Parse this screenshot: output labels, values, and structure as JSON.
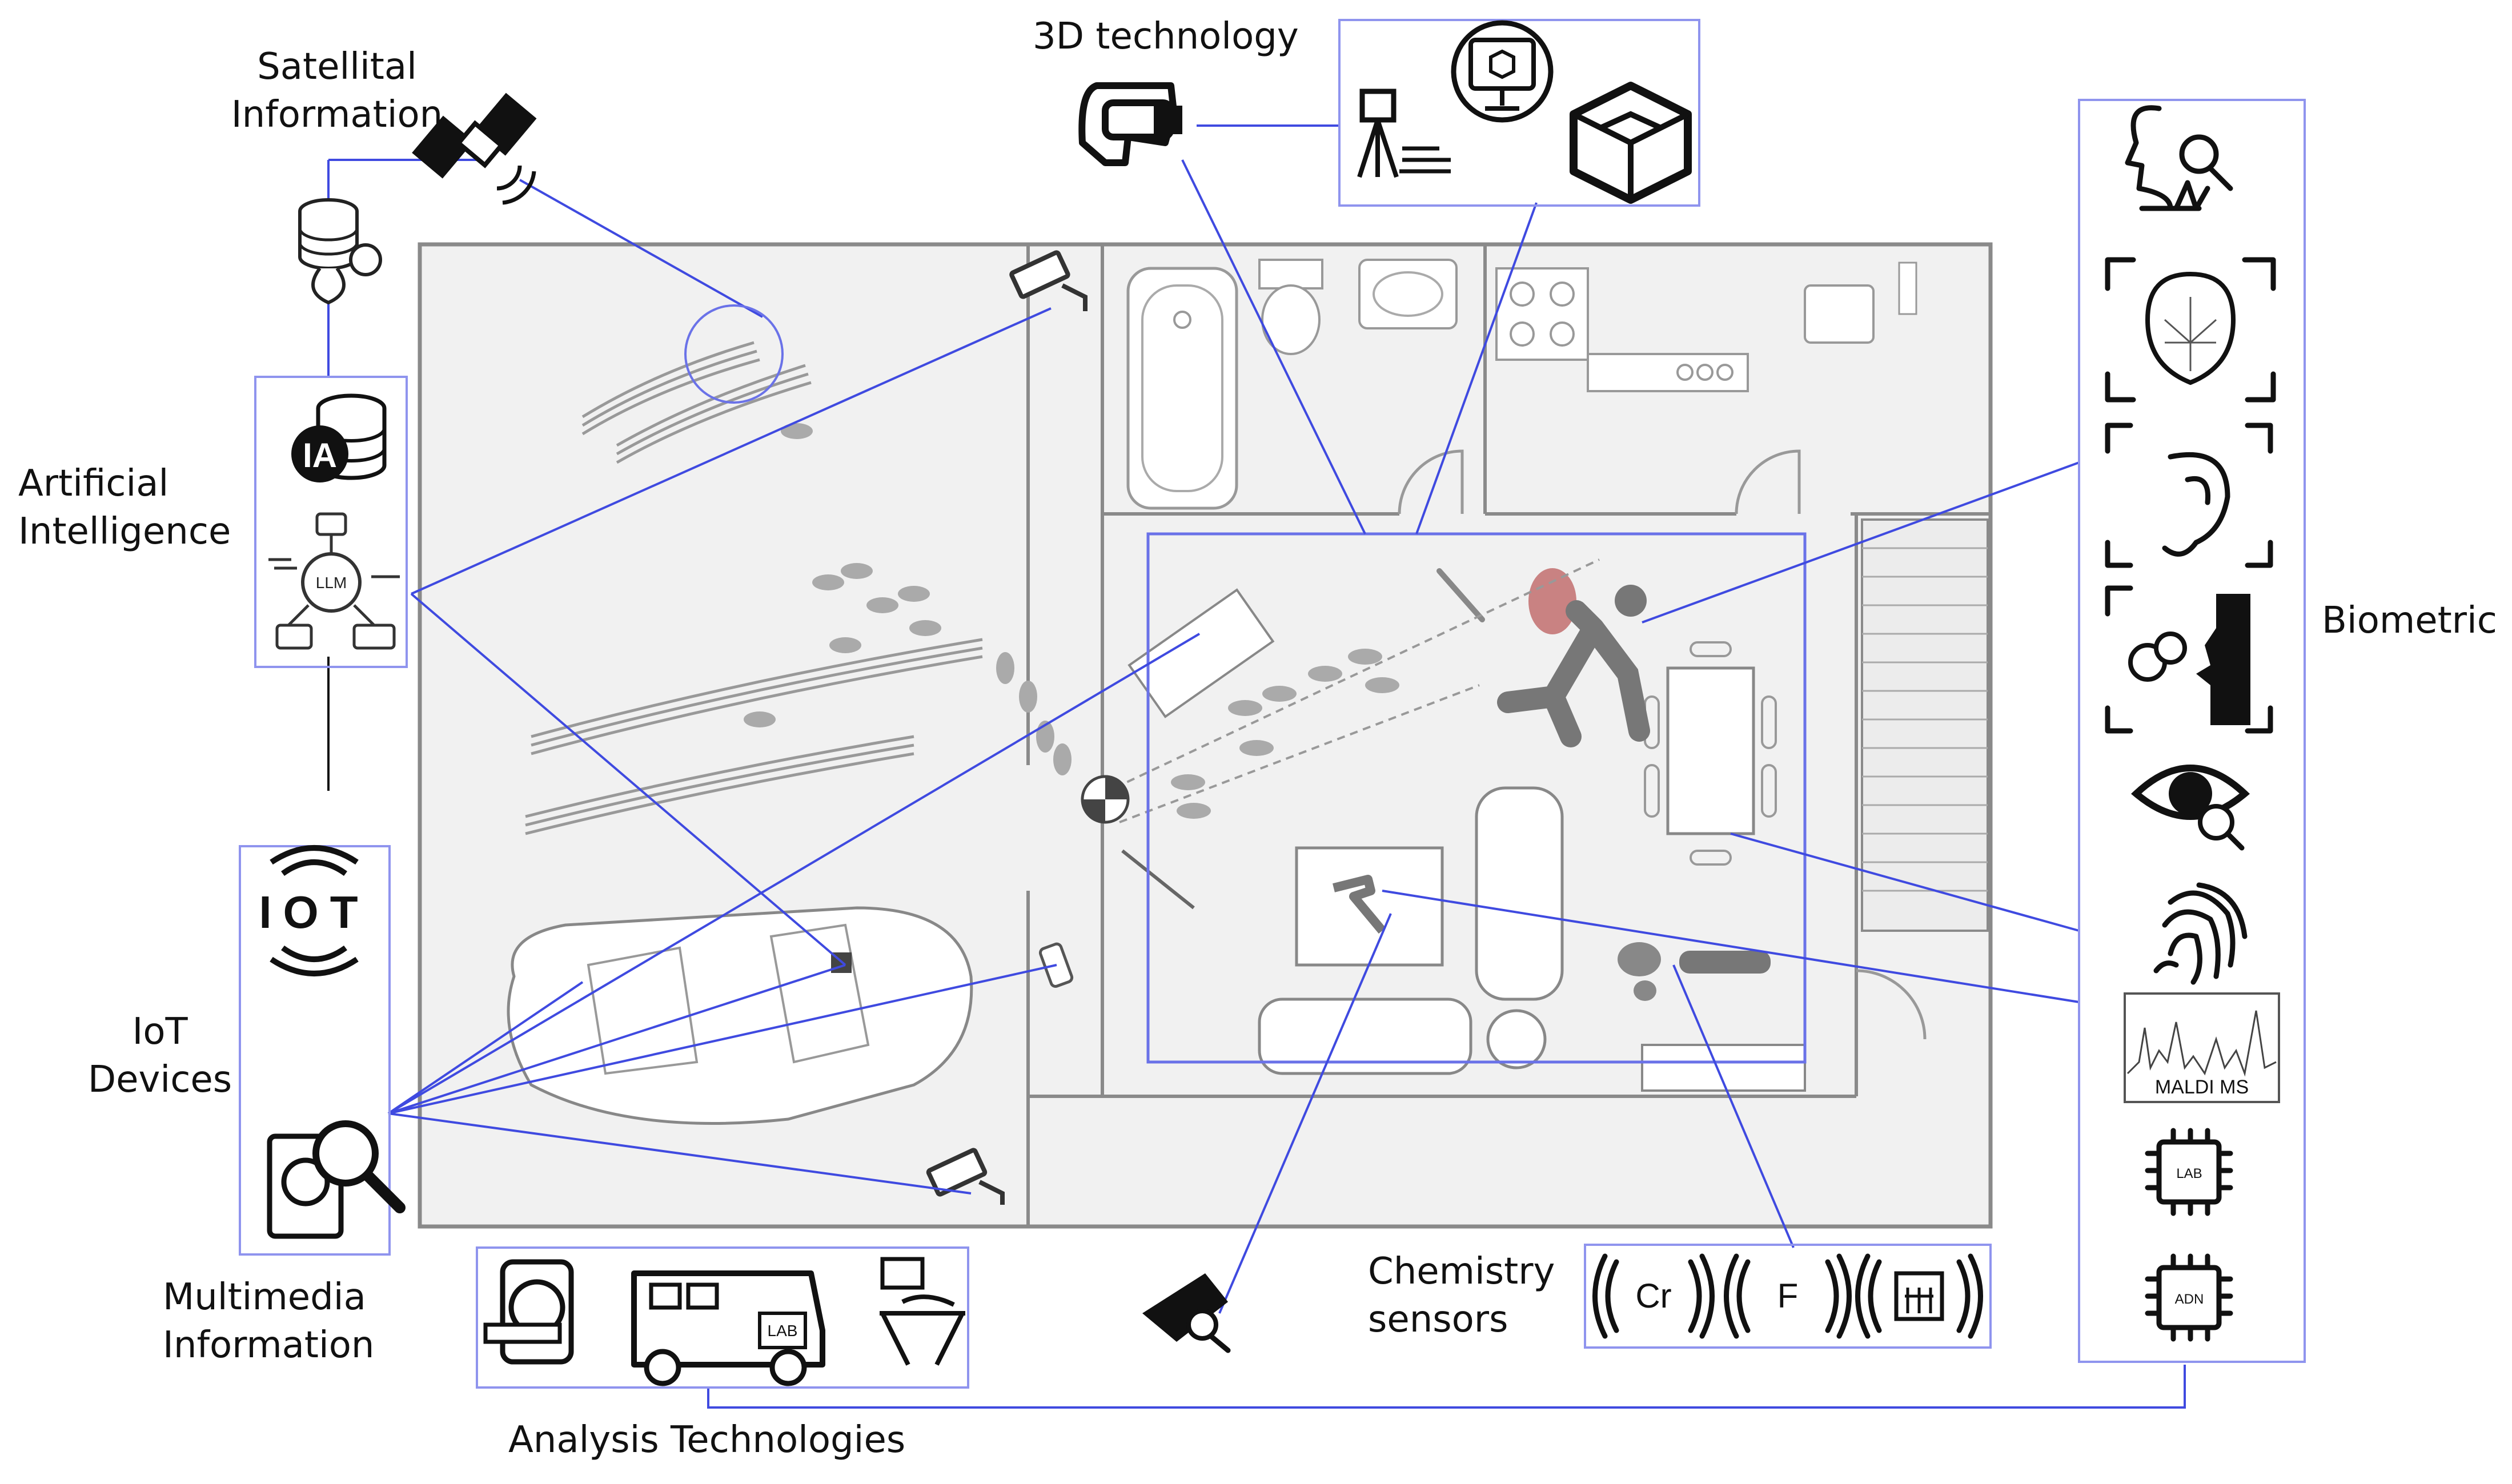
{
  "labels": {
    "satellital": [
      "Satellital",
      "Information"
    ],
    "three_d": "3D technology",
    "artificial_intelligence": [
      "Artificial",
      "Intelligence"
    ],
    "iot_devices": [
      "IoT",
      "Devices"
    ],
    "multimedia": [
      "Multimedia",
      "Information"
    ],
    "analysis": "Analysis Technologies",
    "chemistry": [
      "Chemistry",
      "sensors"
    ],
    "biometric": "Biometric"
  },
  "icon_text": {
    "ia": "IA",
    "llm": "LLM",
    "iot": "IOT",
    "lab_van": "LAB",
    "maldi": "MALDI MS",
    "lab_chip": "LAB",
    "adn_chip": "ADN",
    "chem_cr": "Cr",
    "chem_f": "F"
  },
  "colors": {
    "connector": "#3f4ae0",
    "frame": "#8f94ee",
    "floor": "#f1f1f1",
    "blood": "#c98282",
    "figure": "#777777"
  }
}
